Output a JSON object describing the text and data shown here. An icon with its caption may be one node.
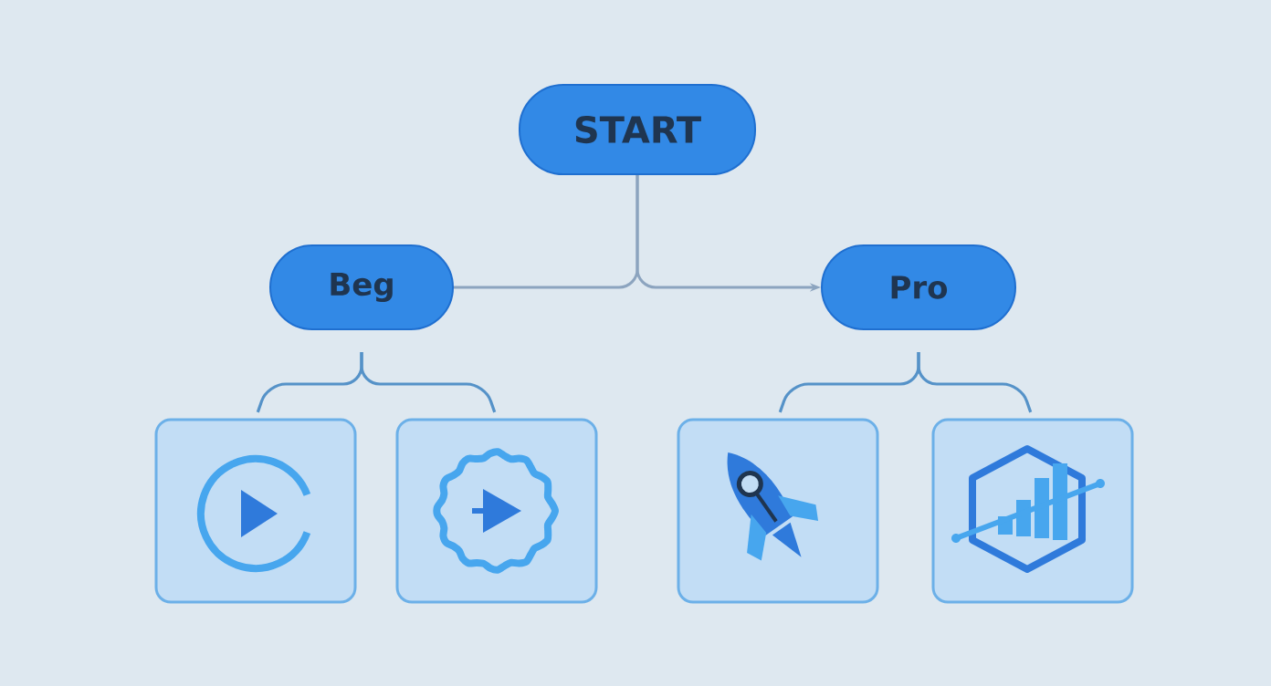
{
  "diagram": {
    "nodes": [
      {
        "text": [
          "START"
        ]
      },
      {
        "text": [
          "Beg"
        ]
      },
      {
        "text": [
          "Pro"
        ]
      },
      {
        "text": [],
        "shape": "box"
      },
      {
        "text": [],
        "shape": "box"
      },
      {
        "text": [],
        "shape": "box"
      },
      {
        "text": [],
        "shape": "box"
      }
    ],
    "edges": [
      {
        "from": 0,
        "to": 1,
        "arrow": "none"
      },
      {
        "from": 0,
        "to": 2,
        "arrow": "to"
      },
      {
        "from": 1,
        "to": 3,
        "arrow": "none"
      },
      {
        "from": 1,
        "to": 4,
        "arrow": "none"
      },
      {
        "from": 2,
        "to": 5,
        "arrow": "none"
      },
      {
        "from": 2,
        "to": 6,
        "arrow": "none"
      }
    ]
  }
}
